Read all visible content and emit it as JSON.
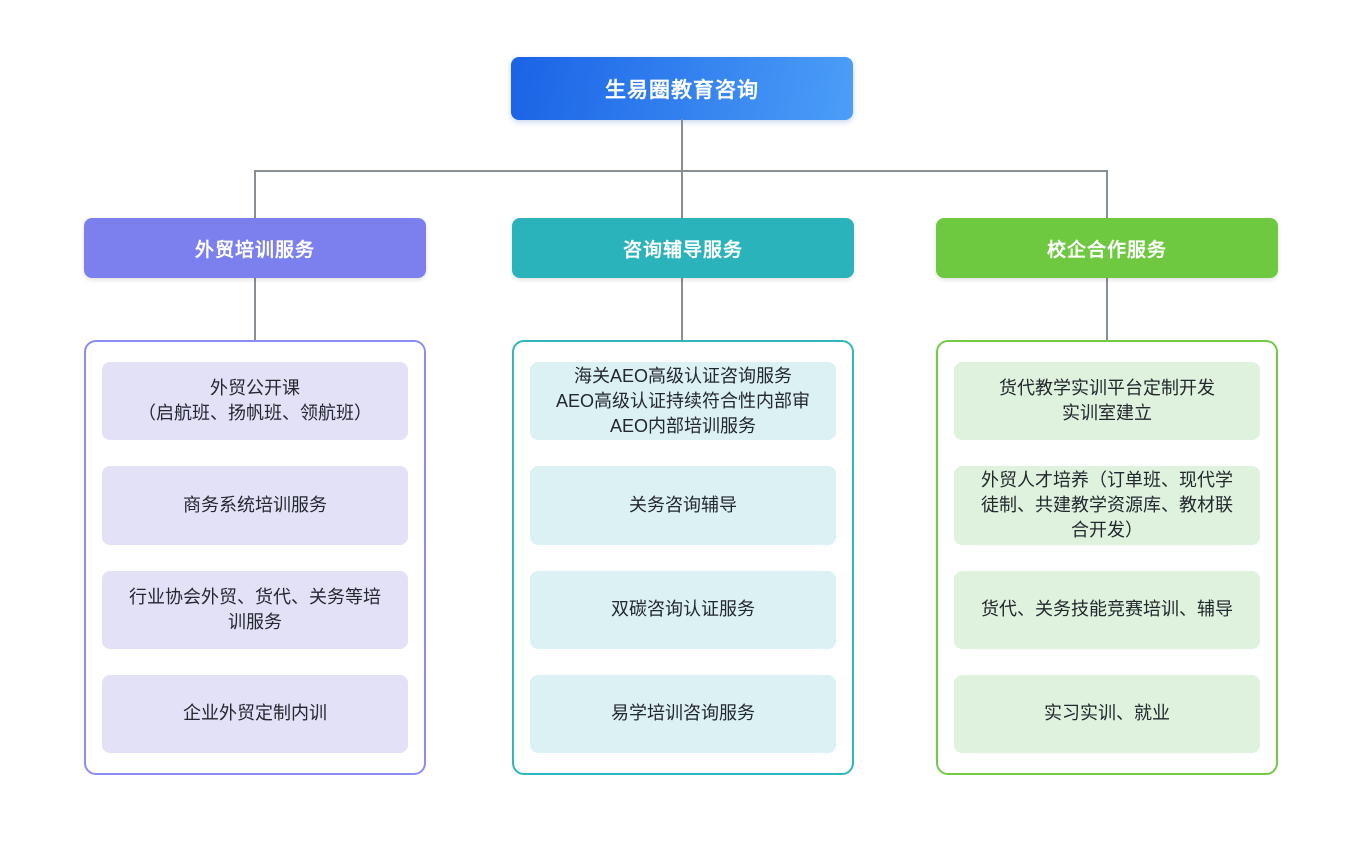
{
  "root": {
    "label": "生易圈教育咨询",
    "colors": {
      "gradient_start": "#1a63e6",
      "gradient_end": "#4b9ef8"
    }
  },
  "colors": {
    "connector": "#878e94",
    "item_text": "#23272e",
    "canvas_bg": "#ffffff"
  },
  "branches": [
    {
      "label": "外贸培训服务",
      "colors": {
        "header": "#7c80ef",
        "border": "#8b8df2",
        "item_bg": "#e3e1f8"
      },
      "items": [
        "外贸公开课\n（启航班、扬帆班、领航班）",
        "商务系统培训服务",
        "行业协会外贸、货代、关务等培训服务",
        "企业外贸定制内训"
      ]
    },
    {
      "label": "咨询辅导服务",
      "colors": {
        "header": "#2ab3ba",
        "border": "#2fb6bd",
        "item_bg": "#dcf1f3"
      },
      "items": [
        "海关AEO高级认证咨询服务\nAEO高级认证持续符合性内部审\nAEO内部培训服务",
        "关务咨询辅导",
        "双碳咨询认证服务",
        "易学培训咨询服务"
      ]
    },
    {
      "label": "校企合作服务",
      "colors": {
        "header": "#6ec940",
        "border": "#72ca45",
        "item_bg": "#def2dd"
      },
      "items": [
        "货代教学实训平台定制开发\n实训室建立",
        "外贸人才培养（订单班、现代学徒制、共建教学资源库、教材联合开发）",
        "货代、关务技能竞赛培训、辅导",
        "实习实训、就业"
      ]
    }
  ]
}
